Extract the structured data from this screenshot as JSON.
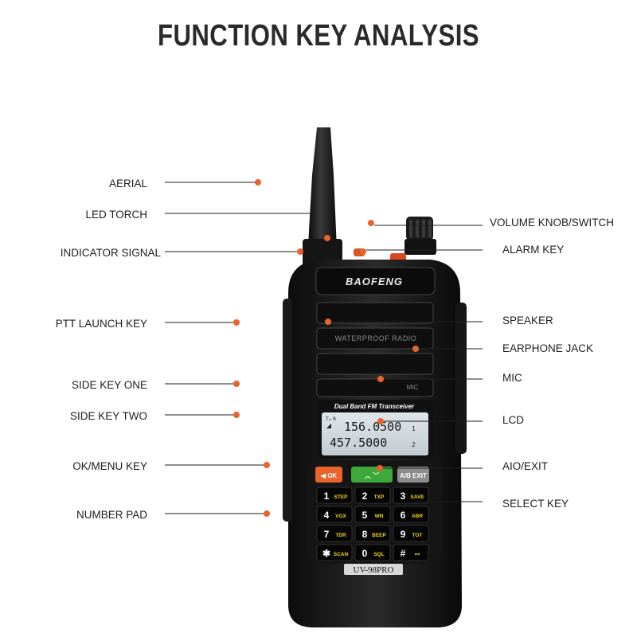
{
  "title": "FUNCTION KEY ANALYSIS",
  "accent": "#e8642b",
  "labels_left": [
    "AERIAL",
    "LED TORCH",
    "INDICATOR SIGNAL",
    "PTT LAUNCH KEY",
    "SIDE KEY ONE",
    "SIDE KEY TWO",
    "OK/MENU KEY",
    "NUMBER PAD"
  ],
  "labels_right": [
    "VOLUME KNOB/SWITCH",
    "ALARM KEY",
    "SPEAKER",
    "EARPHONE JACK",
    "MIC",
    "LCD",
    "AIO/EXIT",
    "SELECT KEY"
  ],
  "device": {
    "brand": "BAOFENG",
    "grille_text": "WATERPROOF RADIO",
    "mic_text": "MIC",
    "lcd_header": "Dual Band FM Transceiver",
    "freq_a": "156.0500",
    "freq_b": "457.5000",
    "chan_a": "1",
    "chan_b": "2",
    "model": "UV-98PRO",
    "top_keys": [
      {
        "main": "◀",
        "sub": "OK",
        "color": "#e8642b"
      },
      {
        "main": "︿ ﹀",
        "sub": "",
        "color": "#3ca93a"
      },
      {
        "main": "A/B",
        "sub": "EXIT",
        "color": "#8c8c8c"
      }
    ],
    "keypad": [
      {
        "main": "1",
        "sub": "STEP"
      },
      {
        "main": "2",
        "sub": "TXP"
      },
      {
        "main": "3",
        "sub": "SAVE"
      },
      {
        "main": "4",
        "sub": "VOX"
      },
      {
        "main": "5",
        "sub": "WN"
      },
      {
        "main": "6",
        "sub": "ABR"
      },
      {
        "main": "7",
        "sub": "TDR"
      },
      {
        "main": "8",
        "sub": "BEEP"
      },
      {
        "main": "9",
        "sub": "TOT"
      },
      {
        "main": "✱",
        "sub": "SCAN"
      },
      {
        "main": "0",
        "sub": "SQL"
      },
      {
        "main": "#",
        "sub": "⊷"
      }
    ]
  }
}
